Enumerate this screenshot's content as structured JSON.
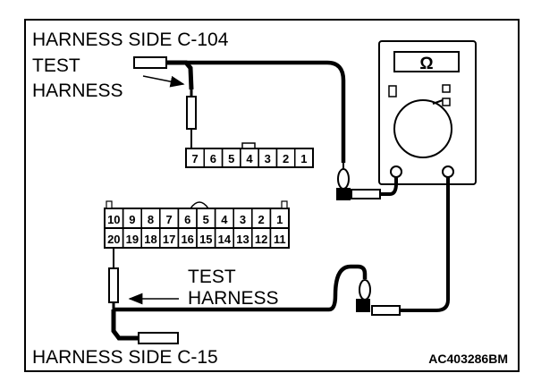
{
  "labels": {
    "connector_top": "HARNESS SIDE C-104",
    "test_harness_top_1": "TEST",
    "test_harness_top_2": "HARNESS",
    "test_harness_bottom_1": "TEST",
    "test_harness_bottom_2": "HARNESS",
    "connector_bottom": "HARNESS SIDE C-15",
    "figure_code": "AC403286BM"
  },
  "meter": {
    "symbol": "Ω"
  },
  "connector_c104": {
    "pins": [
      "7",
      "6",
      "5",
      "4",
      "3",
      "2",
      "1"
    ]
  },
  "connector_c15": {
    "row1": [
      "10",
      "9",
      "8",
      "7",
      "6",
      "5",
      "4",
      "3",
      "2",
      "1"
    ],
    "row2": [
      "20",
      "19",
      "18",
      "17",
      "16",
      "15",
      "14",
      "13",
      "12",
      "11"
    ]
  },
  "colors": {
    "ink": "#000000",
    "paper": "#ffffff"
  }
}
